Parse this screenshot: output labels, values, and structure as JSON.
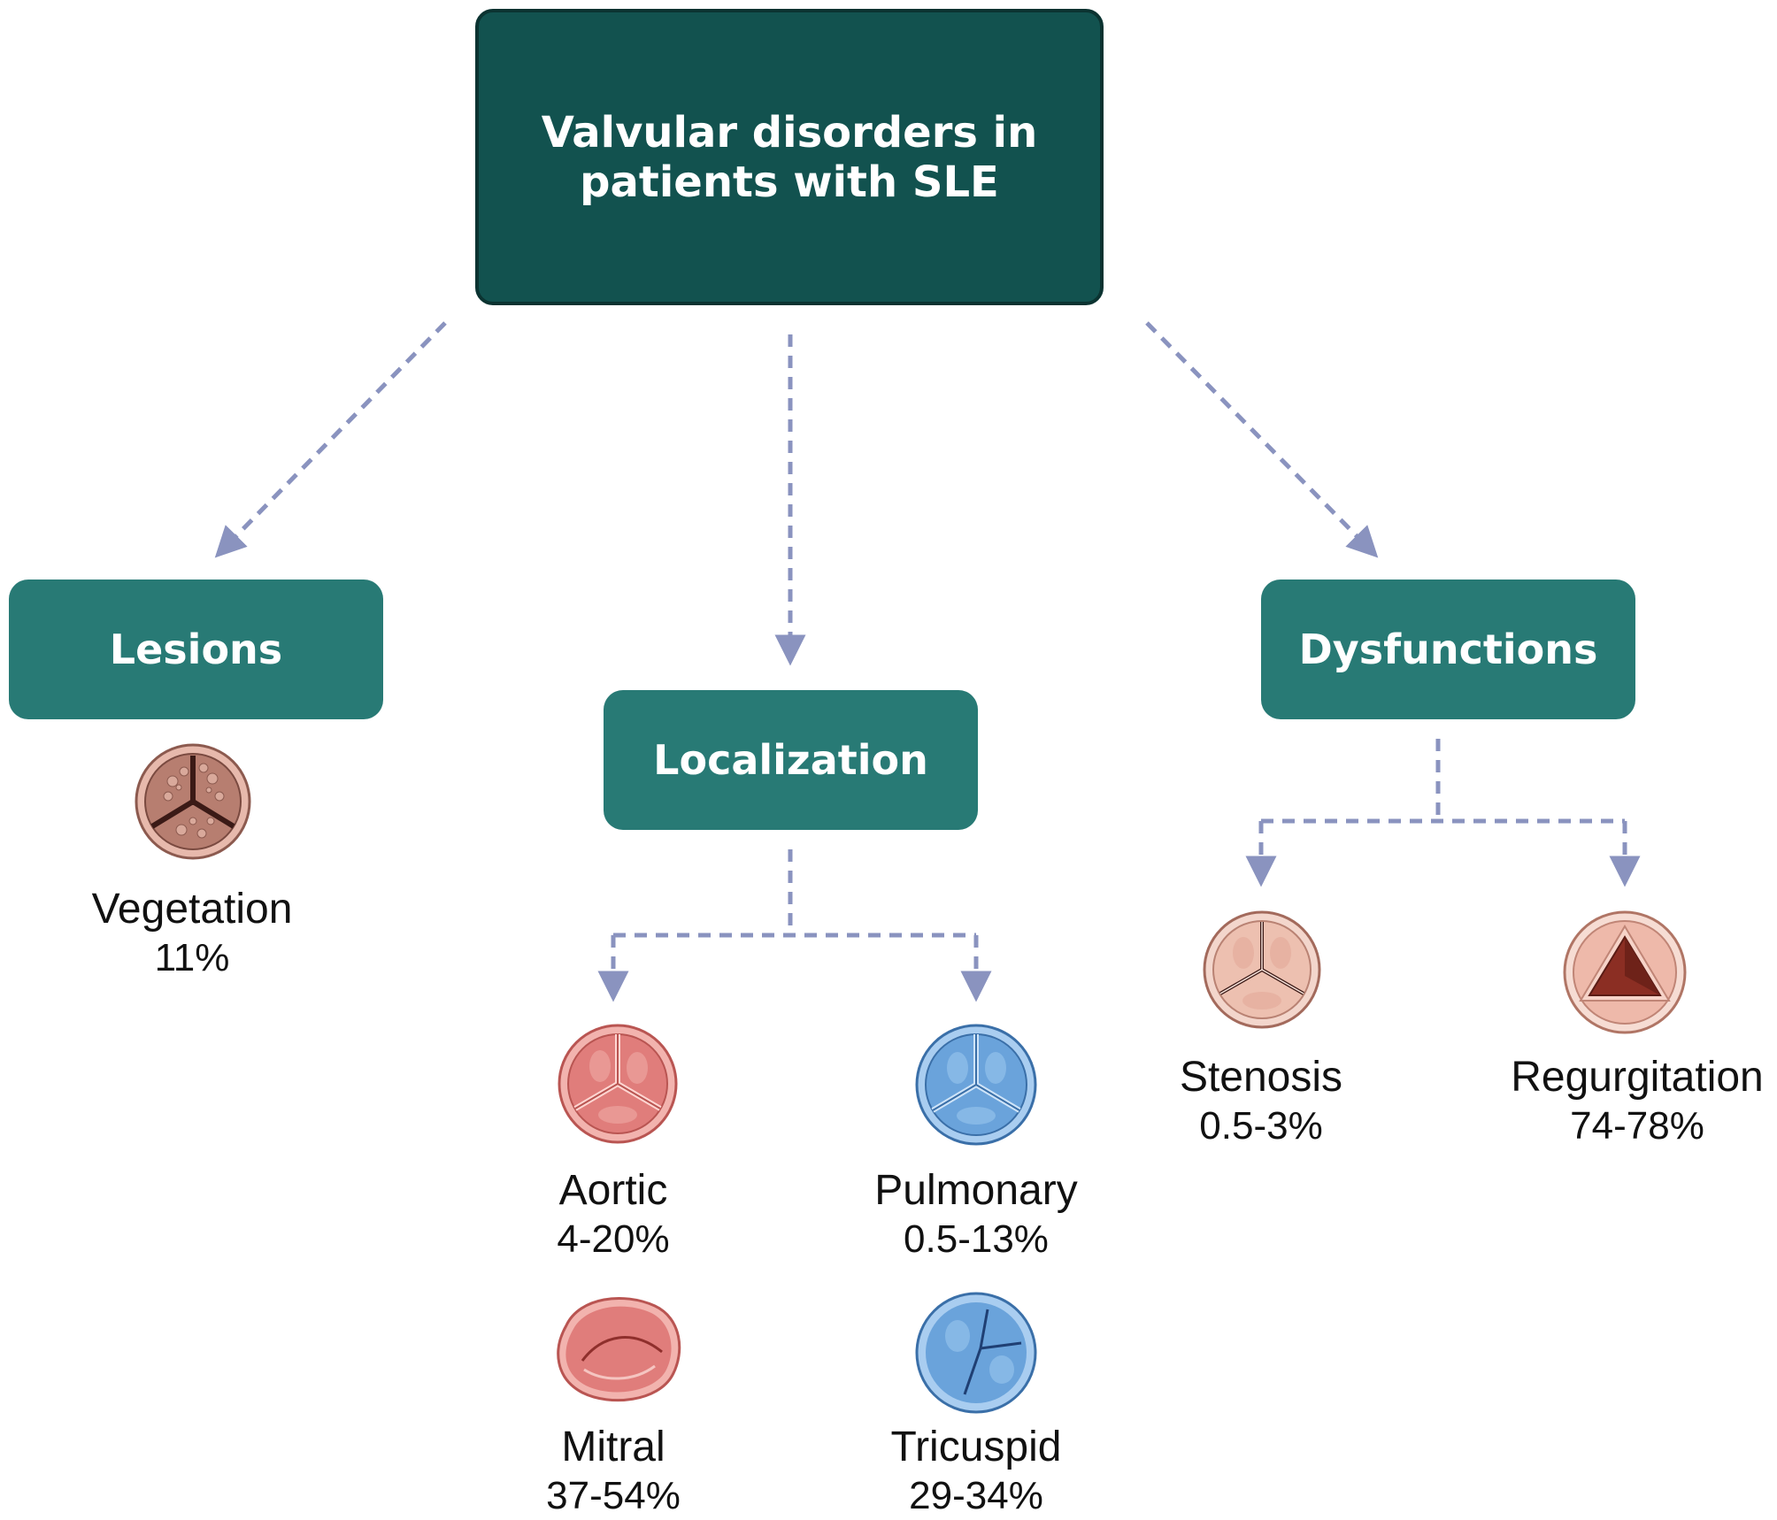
{
  "colors": {
    "root_fill": "#12524f",
    "category_fill": "#287a75",
    "connector": "#8a93bf",
    "aortic_red": "#e07d7b",
    "pulmonary_blue": "#6aa3db",
    "stenosis_pink": "#edc0b0",
    "regurgitation_dark": "#8b2e23",
    "vegetation_brown": "#b77e70"
  },
  "root": {
    "title": "Valvular disorders in patients with SLE"
  },
  "categories": {
    "lesions": {
      "label": "Lesions",
      "items": [
        {
          "name": "Vegetation",
          "value": "11%",
          "icon": "vegetation-valve-icon"
        }
      ]
    },
    "localization": {
      "label": "Localization",
      "items": [
        {
          "name": "Aortic",
          "value": "4-20%",
          "icon": "aortic-valve-icon"
        },
        {
          "name": "Pulmonary",
          "value": "0.5-13%",
          "icon": "pulmonary-valve-icon"
        },
        {
          "name": "Mitral",
          "value": "37-54%",
          "icon": "mitral-valve-icon"
        },
        {
          "name": "Tricuspid",
          "value": "29-34%",
          "icon": "tricuspid-valve-icon"
        }
      ]
    },
    "dysfunctions": {
      "label": "Dysfunctions",
      "items": [
        {
          "name": "Stenosis",
          "value": "0.5-3%",
          "icon": "stenosis-valve-icon"
        },
        {
          "name": "Regurgitation",
          "value": "74-78%",
          "icon": "regurgitation-valve-icon"
        }
      ]
    }
  }
}
